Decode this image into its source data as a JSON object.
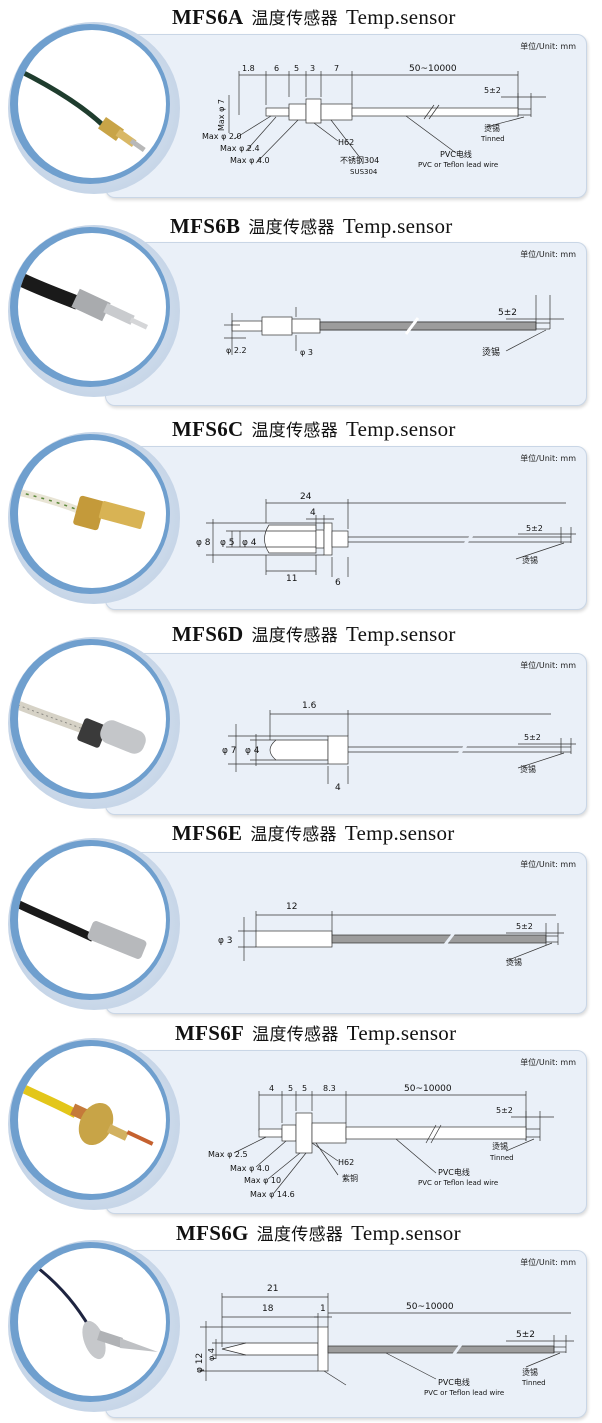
{
  "unit_label": "单位/Unit: mm",
  "title_cn": "温度传感器",
  "title_en": "Temp.sensor",
  "colors": {
    "panel_bg": "#eaf0f8",
    "ring": "#6f9fce",
    "brass": "#c8a447",
    "steel": "#b9bcc0",
    "wire_black": "#222222",
    "wire_yellow": "#e3c61a"
  },
  "sensors": [
    {
      "model": "MFS6A",
      "photo_icon": "brass-hex-sensor-photo",
      "labels": [
        "1.8",
        "6",
        "5",
        "3",
        "7",
        "50~10000",
        "Max φ 7",
        "5±2",
        "Max φ 2.0",
        "Max φ 2.4",
        "Max φ 4.0",
        "H62",
        "不锈钢304",
        "SUS304",
        "PVC电线",
        "PVC or Teflon lead wire",
        "烫锡",
        "Tinned"
      ]
    },
    {
      "model": "MFS6B",
      "photo_icon": "steel-probe-sensor-photo",
      "labels": [
        "φ 2.2",
        "φ 3",
        "5±2",
        "烫锡"
      ]
    },
    {
      "model": "MFS6C",
      "photo_icon": "brass-flange-sensor-photo",
      "labels": [
        "24",
        "4",
        "φ 8",
        "φ 5",
        "φ 4",
        "11",
        "6",
        "5±2",
        "烫锡"
      ]
    },
    {
      "model": "MFS6D",
      "photo_icon": "steel-bullet-sensor-photo",
      "labels": [
        "1.6",
        "φ 7",
        "φ 4",
        "4",
        "5±2",
        "烫锡"
      ]
    },
    {
      "model": "MFS6E",
      "photo_icon": "steel-tube-sensor-photo",
      "labels": [
        "12",
        "φ 3",
        "5±2",
        "烫锡"
      ]
    },
    {
      "model": "MFS6F",
      "photo_icon": "brass-yellow-wire-sensor-photo",
      "labels": [
        "4",
        "5",
        "5",
        "8.3",
        "50~10000",
        "5±2",
        "Max φ 2.5",
        "Max φ 4.0",
        "Max φ 10",
        "Max φ 14.6",
        "H62",
        "紫铜",
        "烫锡",
        "Tinned",
        "PVC电线",
        "PVC or Teflon lead wire"
      ]
    },
    {
      "model": "MFS6G",
      "photo_icon": "steel-needle-sensor-photo",
      "labels": [
        "21",
        "18",
        "1",
        "50~10000",
        "φ 12",
        "φ 4",
        "5±2",
        "烫锡",
        "Tinned",
        "PVC电线",
        "PVC or Teflon lead wire"
      ]
    }
  ]
}
